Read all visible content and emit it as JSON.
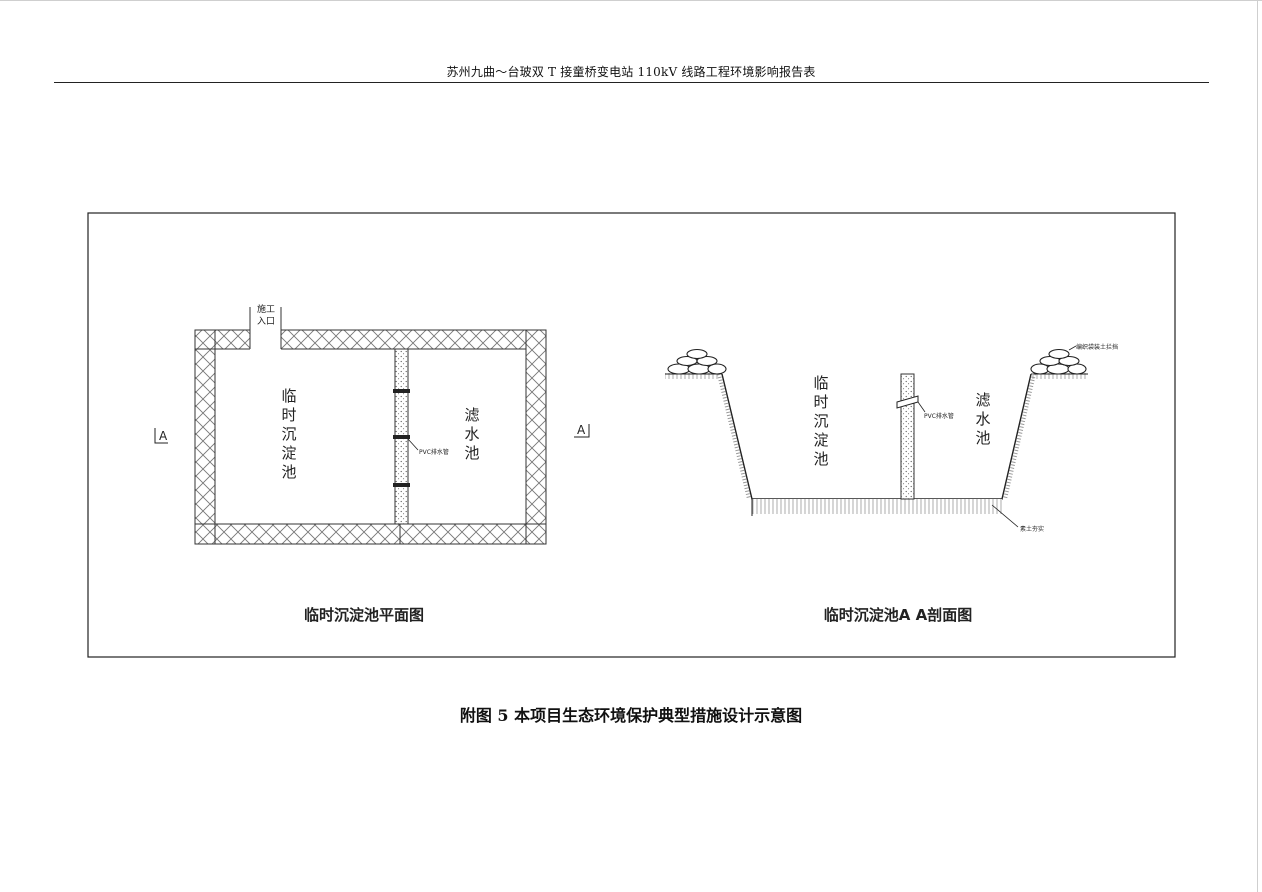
{
  "header": {
    "title": "苏州九曲～台玻双 T 接童桥变电站 110kV 线路工程环境影响报告表"
  },
  "plan_view": {
    "title": "临时沉淀池平面图",
    "inlet_label": [
      "施工",
      "入口"
    ],
    "settling_pool_label": [
      "临",
      "时",
      "沉",
      "淀",
      "池"
    ],
    "filter_pool_label": [
      "滤",
      "水",
      "池"
    ],
    "pipe_label": "PVC排水管",
    "section_mark_left": "A",
    "section_mark_right": "A"
  },
  "section_view": {
    "title": "临时沉淀池A A剖面图",
    "settling_pool_label": [
      "临",
      "时",
      "沉",
      "淀",
      "池"
    ],
    "filter_pool_label": [
      "滤",
      "水",
      "池"
    ],
    "pipe_label": "PVC排水管",
    "sandbag_label": "编织袋装土拦挡",
    "bottom_label": "素土夯实"
  },
  "caption": "附图 5  本项目生态环境保护典型措施设计示意图"
}
